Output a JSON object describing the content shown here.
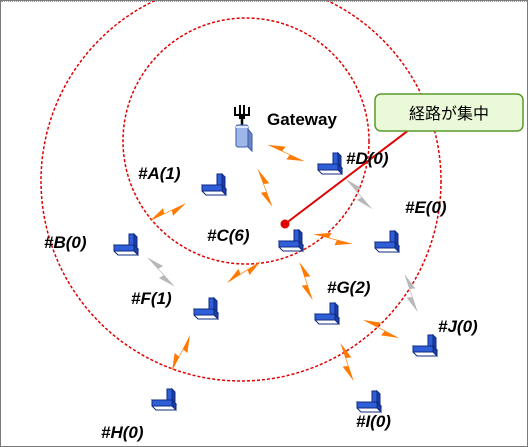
{
  "gateway": {
    "label": "Gateway"
  },
  "callout": {
    "text": "経路が集中"
  },
  "nodes": [
    {
      "id": "A",
      "label": "#A(1)"
    },
    {
      "id": "B",
      "label": "#B(0)"
    },
    {
      "id": "C",
      "label": "#C(6)"
    },
    {
      "id": "D",
      "label": "#D(0)"
    },
    {
      "id": "E",
      "label": "#E(0)"
    },
    {
      "id": "F",
      "label": "#F(1)"
    },
    {
      "id": "G",
      "label": "#G(2)"
    },
    {
      "id": "H",
      "label": "#H(0)"
    },
    {
      "id": "I",
      "label": "#I(0)"
    },
    {
      "id": "J",
      "label": "#J(0)"
    }
  ],
  "colors": {
    "active_link": "#ff7a00",
    "idle_link": "#b8b8b8",
    "range_circle": "#e00000",
    "node_device": "#2f5fd8",
    "callout_fill": "#eaf9d8",
    "callout_border": "#5a9a2a"
  },
  "icons": {
    "node": "wireless-device-icon",
    "gateway": "gateway-antenna-icon"
  }
}
